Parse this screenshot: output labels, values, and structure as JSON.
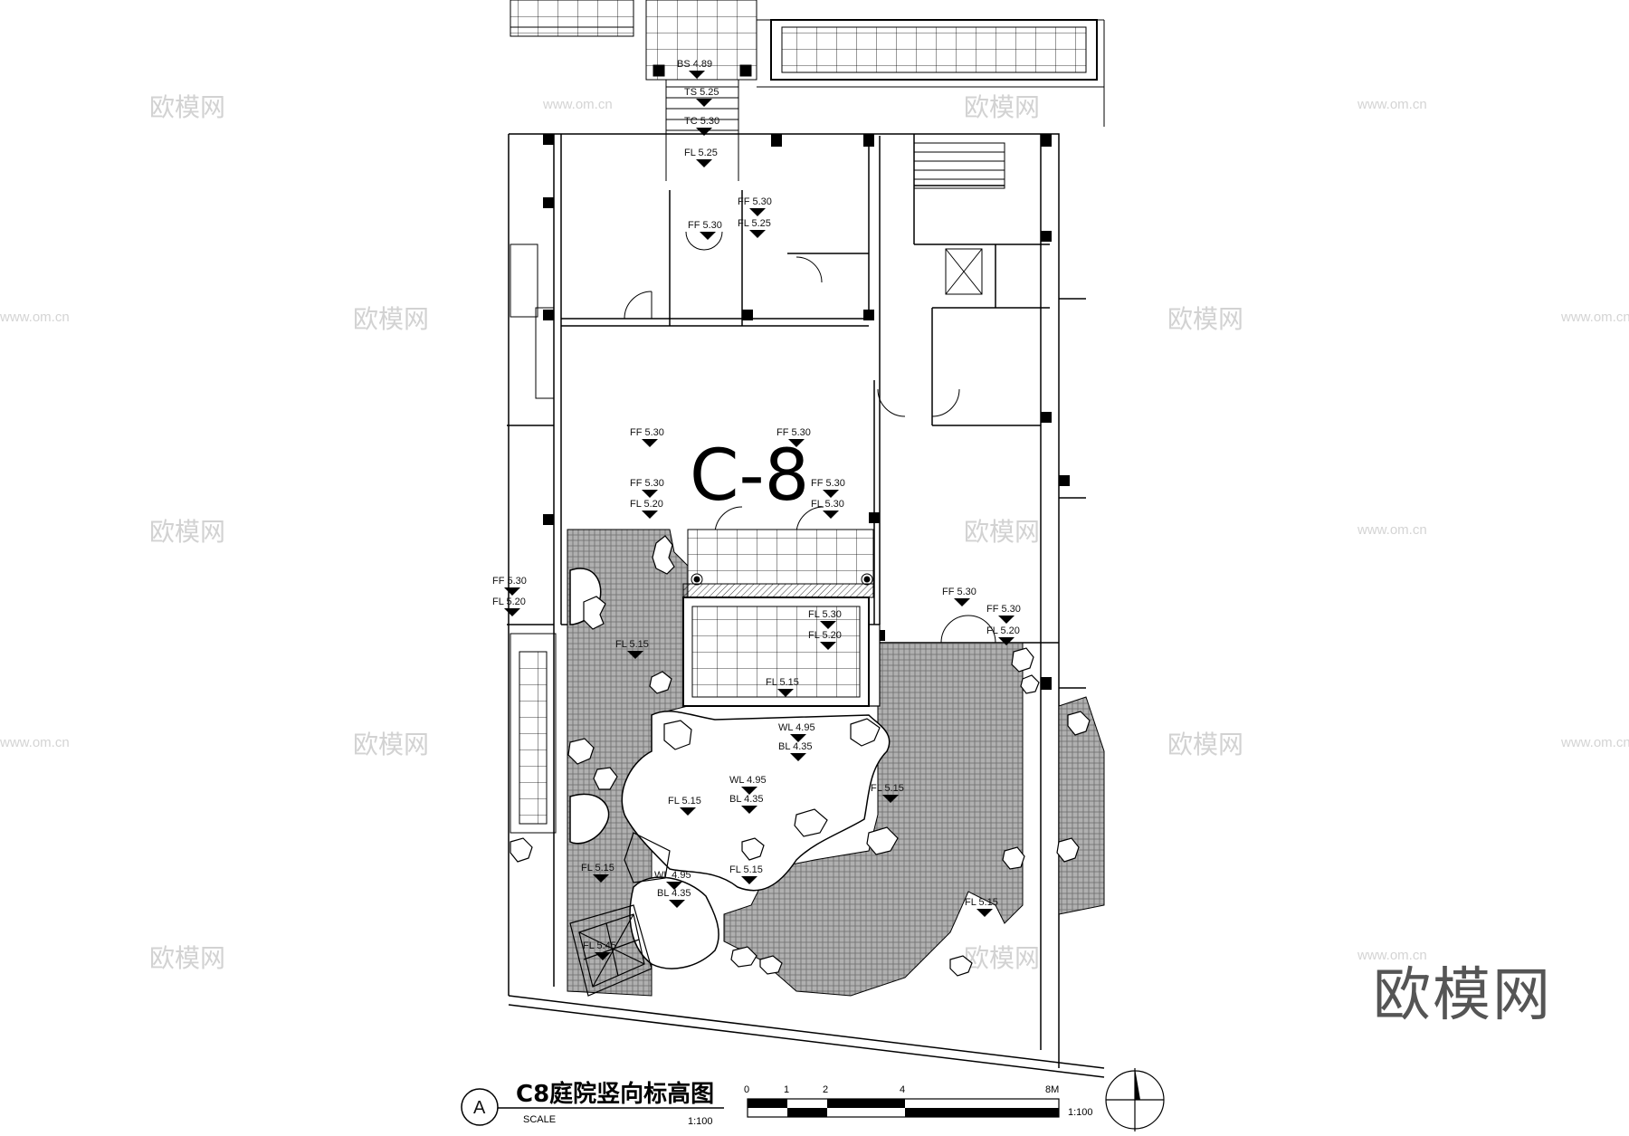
{
  "plan_code": "C-8",
  "elevations": [
    {
      "id": "bs1",
      "text": "BS 4.89"
    },
    {
      "id": "ts1",
      "text": "TS 5.25"
    },
    {
      "id": "tc1",
      "text": "TC 5.30"
    },
    {
      "id": "fl1",
      "text": "FL 5.25"
    },
    {
      "id": "ff1",
      "text": "FF 5.30"
    },
    {
      "id": "fl2",
      "text": "FL 5.25"
    },
    {
      "id": "ff2",
      "text": "FF 5.30"
    },
    {
      "id": "ff3",
      "text": "FF 5.30"
    },
    {
      "id": "ff4",
      "text": "FF 5.30"
    },
    {
      "id": "ff5",
      "text": "FF 5.30"
    },
    {
      "id": "fl3",
      "text": "FL 5.20"
    },
    {
      "id": "ff6",
      "text": "FF 5.30"
    },
    {
      "id": "fl4",
      "text": "FL 5.30"
    },
    {
      "id": "ff7",
      "text": "FF 5.30"
    },
    {
      "id": "fl5",
      "text": "FL 5.20"
    },
    {
      "id": "fl6",
      "text": "FL 5.30"
    },
    {
      "id": "fl7",
      "text": "FL 5.20"
    },
    {
      "id": "ff8",
      "text": "FF 5.30"
    },
    {
      "id": "ff9",
      "text": "FF 5.30"
    },
    {
      "id": "fl8",
      "text": "FL 5.20"
    },
    {
      "id": "fl9",
      "text": "FL 5.15"
    },
    {
      "id": "fl10",
      "text": "FL 5.15"
    },
    {
      "id": "wl1",
      "text": "WL 4.95"
    },
    {
      "id": "bl1",
      "text": "BL 4.35"
    },
    {
      "id": "wl2",
      "text": "WL 4.95"
    },
    {
      "id": "bl2",
      "text": "BL 4.35"
    },
    {
      "id": "fl11",
      "text": "FL 5.15"
    },
    {
      "id": "fl12",
      "text": "FL 5.15"
    },
    {
      "id": "fl13",
      "text": "FL 5.15"
    },
    {
      "id": "fl14",
      "text": "FL 5.15"
    },
    {
      "id": "wl3",
      "text": "WL 4.95"
    },
    {
      "id": "bl3",
      "text": "BL 4.35"
    },
    {
      "id": "fl15",
      "text": "FL 5.15"
    },
    {
      "id": "fl16",
      "text": "FL 5.45"
    }
  ],
  "title_block": {
    "circle_letter": "A",
    "title": "C8庭院竖向标高图",
    "scale_label": "SCALE",
    "scale_value": "1:100"
  },
  "scale_bar": {
    "ticks": [
      "0",
      "1",
      "2",
      "4",
      "8M"
    ],
    "ratio": "1:100"
  },
  "watermarks": {
    "brand": "欧模网",
    "url": "www.om.cn"
  },
  "colors": {
    "line": "#000000",
    "paving": "#9a9a9a",
    "watermark": "#d2d2d2"
  }
}
